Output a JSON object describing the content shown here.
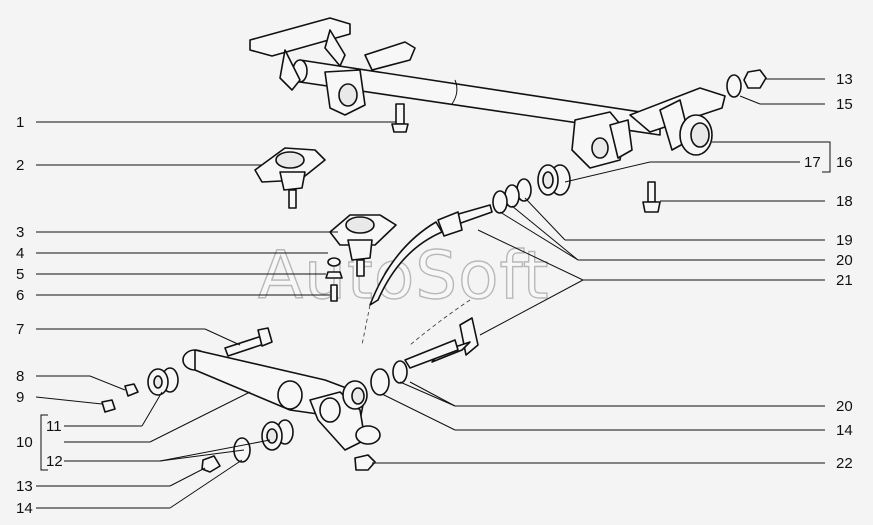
{
  "watermark": "AutoSoft",
  "callouts": {
    "n1": "1",
    "n2": "2",
    "n3": "3",
    "n4": "4",
    "n5": "5",
    "n6": "6",
    "n7": "7",
    "n8": "8",
    "n9": "9",
    "n10": "10",
    "n11": "11",
    "n12": "12",
    "n13a": "13",
    "n14a": "14",
    "r13": "13",
    "r15": "15",
    "r16": "16",
    "r17": "17",
    "r18": "18",
    "r19": "19",
    "r20a": "20",
    "r21": "21",
    "r20b": "20",
    "r14": "14",
    "r22": "22"
  }
}
